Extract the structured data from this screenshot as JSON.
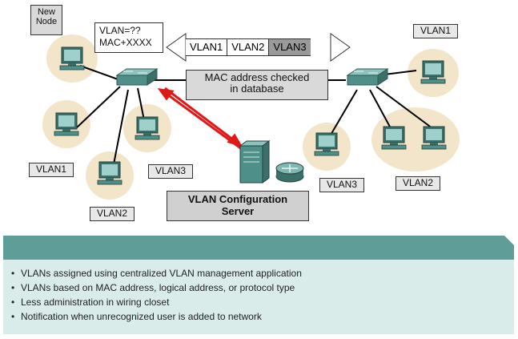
{
  "labels": {
    "new_node": "New\nNode",
    "query_line1": "VLAN=??",
    "query_line2": "MAC+XXXX",
    "vlan_bar": [
      "VLAN1",
      "VLAN2",
      "VLAN3"
    ],
    "mac_line1": "MAC address checked",
    "mac_line2": "in database",
    "server_line1": "VLAN Configuration",
    "server_line2": "Server",
    "left_vlan1": "VLAN1",
    "left_vlan2": "VLAN2",
    "left_vlan3": "VLAN3",
    "right_vlan1": "VLAN1",
    "right_vlan2": "VLAN2",
    "right_vlan3": "VLAN3"
  },
  "bullets": [
    "VLANs assigned using centralized VLAN management application",
    "VLANs based on MAC address, logical address, or protocol type",
    "Less administration in wiring closet",
    "Notification when unrecognized user is added to network"
  ],
  "colors": {
    "panel_header": "#5f9e98",
    "panel_body": "#d9ecea",
    "arrow": "#e01818",
    "halo": "#f3e5c9",
    "switch": "#4f8f89"
  }
}
